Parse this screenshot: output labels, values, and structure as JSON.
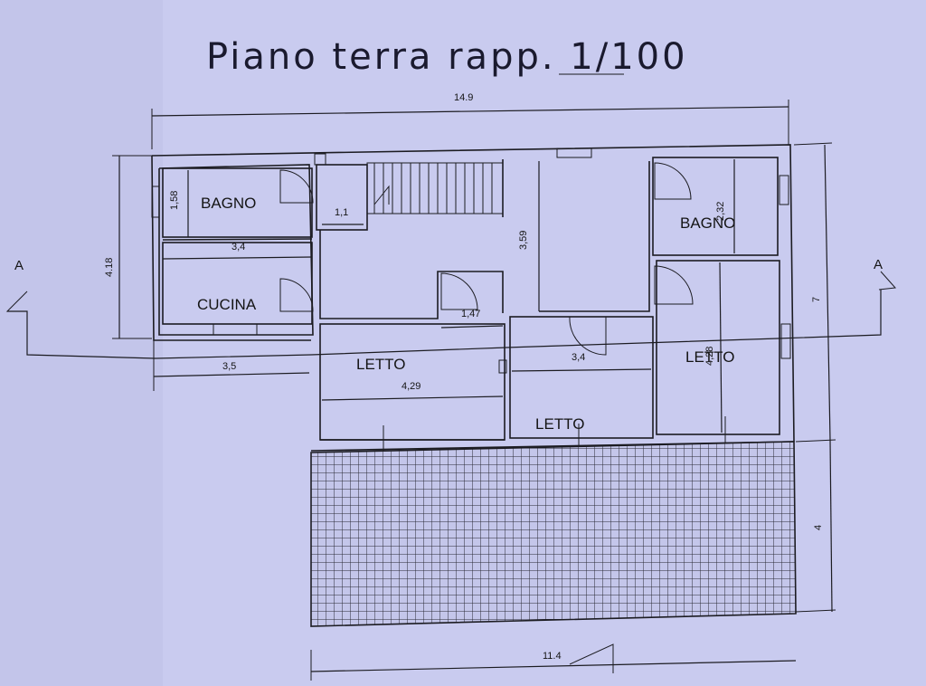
{
  "title": "Piano terra rapp. 1/100",
  "rooms": {
    "bagno_left": "BAGNO",
    "bagno_right": "BAGNO",
    "cucina": "CUCINA",
    "letto_1": "LETTO",
    "letto_2": "LETTO",
    "letto_3": "LETTO"
  },
  "dimensions": {
    "total_width": "14.9",
    "left_height": "4.18",
    "right_height": "7",
    "terrace_height": "4",
    "terrace_width": "11.4",
    "bagno_height": "1,58",
    "kitchen_width": "3,4",
    "kitchen_bottom": "3,5",
    "hall_width": "1,1",
    "stair_height": "3,59",
    "bagno_right_height": "2,32",
    "corridor_width": "1,47",
    "letto_width": "4,29",
    "letto_mid_width": "3,4",
    "letto_right_height": "4,28"
  },
  "section_marks": {
    "left": "A",
    "right": "A"
  },
  "colors": {
    "paper": "#c9cbef",
    "ink": "#1c1c22"
  }
}
